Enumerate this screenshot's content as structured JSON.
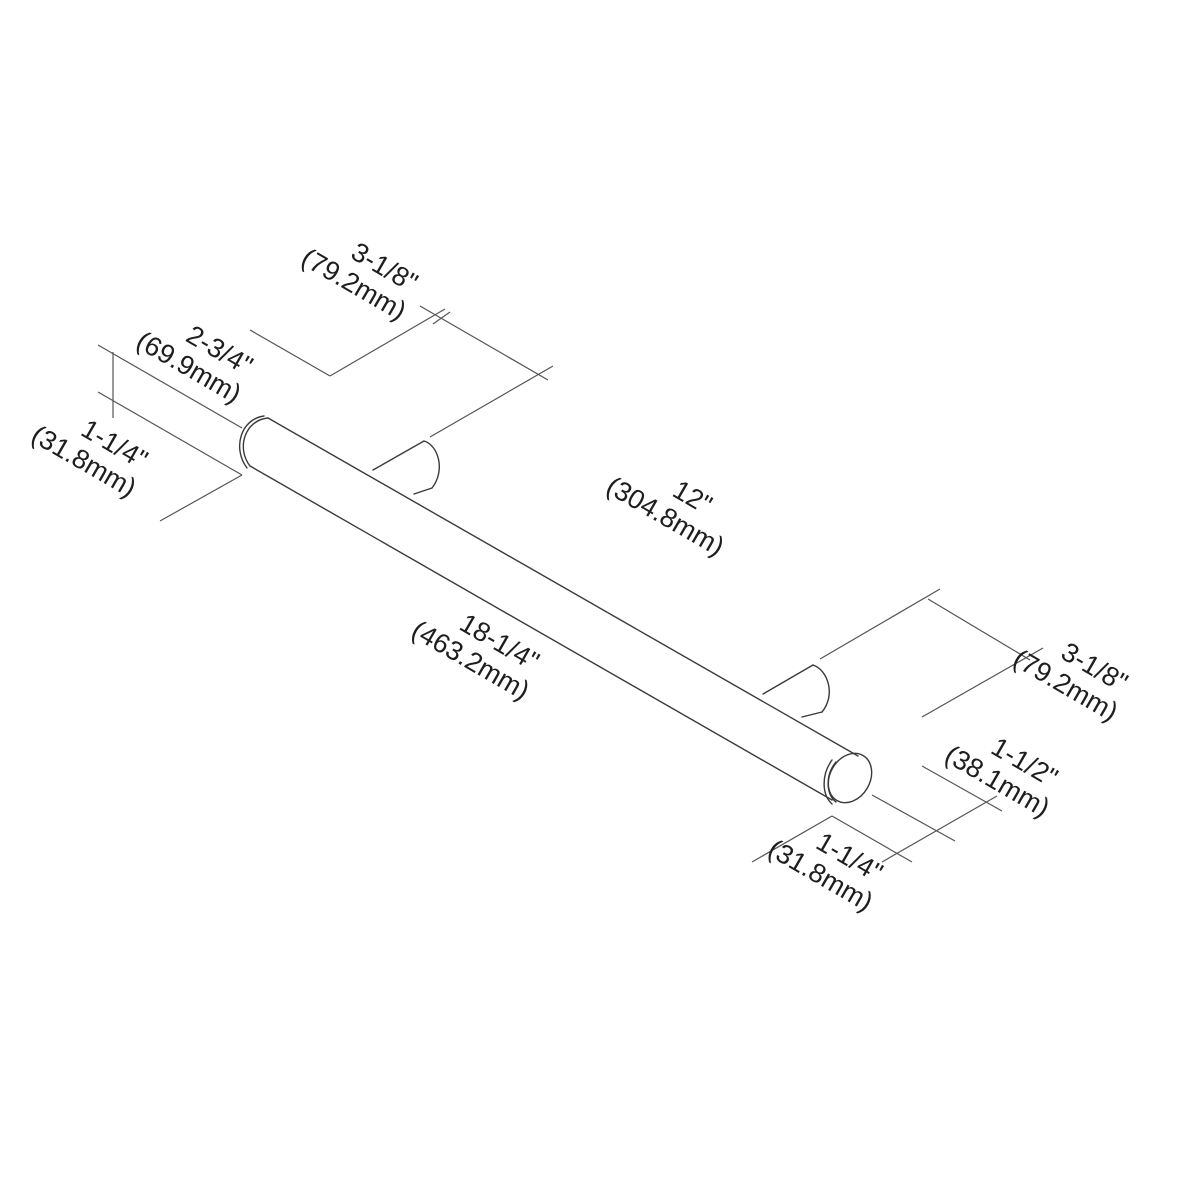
{
  "diagram": {
    "type": "technical dimension drawing",
    "subject": "bar pull cabinet handle (isometric view)",
    "line_color": "#3a3a3a",
    "text_color": "#1e1e1e",
    "background": "#ffffff"
  },
  "dimensions": {
    "post_height_left": {
      "imperial": "3-1/8\"",
      "metric": "(79.2mm)"
    },
    "post_offset_left": {
      "imperial": "2-3/4\"",
      "metric": "(69.9mm)"
    },
    "bar_diameter_left": {
      "imperial": "1-1/4\"",
      "metric": "(31.8mm)"
    },
    "center_to_center": {
      "imperial": "12\"",
      "metric": "(304.8mm)"
    },
    "overall_length": {
      "imperial": "18-1/4\"",
      "metric": "(463.2mm)"
    },
    "post_height_right": {
      "imperial": "3-1/8\"",
      "metric": "(79.2mm)"
    },
    "projection": {
      "imperial": "1-1/2\"",
      "metric": "(38.1mm)"
    },
    "bar_diameter_right": {
      "imperial": "1-1/4\"",
      "metric": "(31.8mm)"
    }
  }
}
